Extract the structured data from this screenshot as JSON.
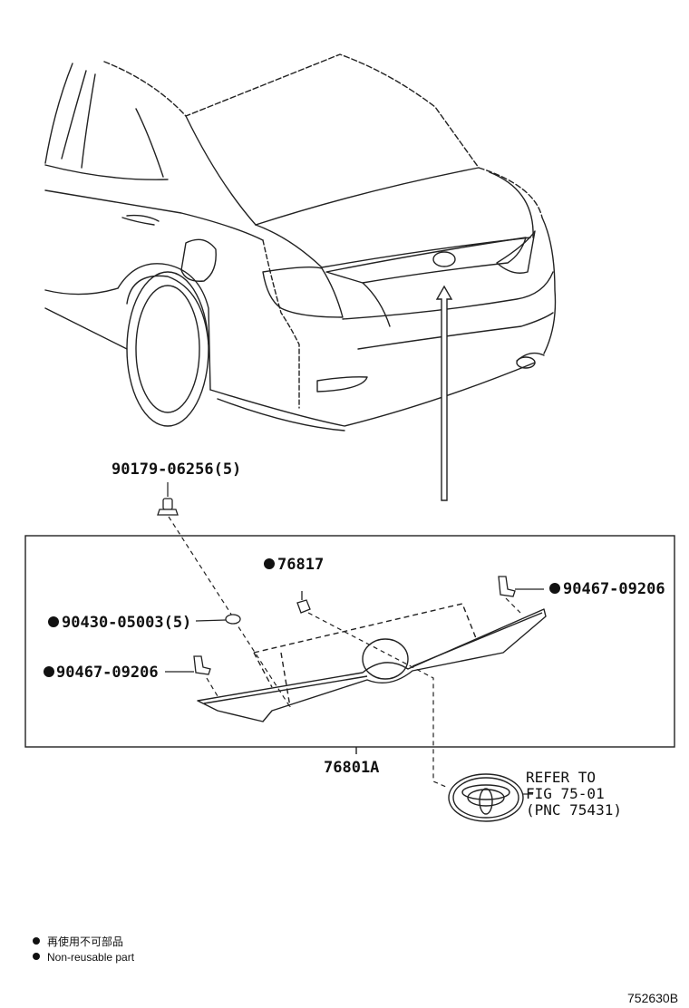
{
  "parts": {
    "p1": "90179-06256(5)",
    "p2": "76817",
    "p3": "90467-09206",
    "p4": "90430-05003(5)",
    "p5": "90467-09206",
    "p6": "76801A"
  },
  "reference": {
    "line1": "REFER TO",
    "line2": "FIG 75-01",
    "line3": "(PNC 75431)"
  },
  "legend": {
    "line1": "再使用不可部品",
    "line2": "Non-reusable part"
  },
  "figure_id": "752630B"
}
